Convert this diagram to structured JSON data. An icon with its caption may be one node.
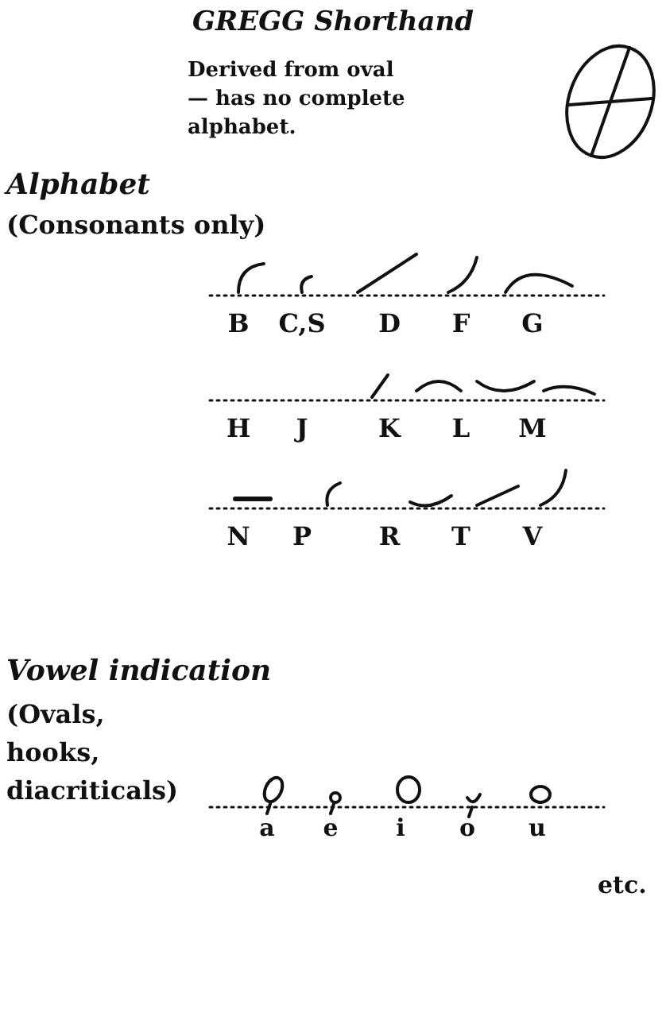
{
  "diagram": {
    "title": "GREGG Shorthand",
    "labels": [
      "Derived from oval— has no complete alphabet.",
      "Alphabet",
      "(Consonants only)",
      "B",
      "C,S",
      "D",
      "F",
      "G",
      "H",
      "J",
      "K",
      "L",
      "M",
      "N",
      "P",
      "R",
      "T",
      "V",
      "Vowel indication",
      "(Ovals, hooks, diacriticals)",
      "a",
      "e",
      "i",
      "o",
      "u",
      "etc."
    ]
  }
}
